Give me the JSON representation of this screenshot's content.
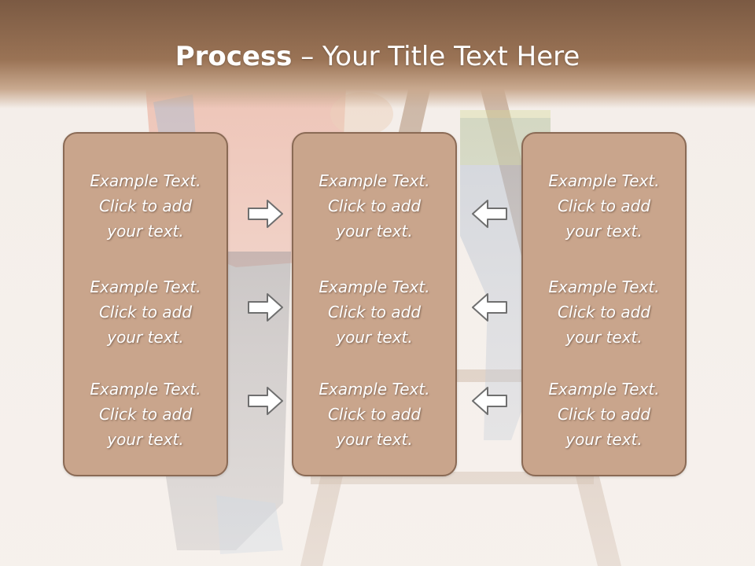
{
  "slide": {
    "title_bold": "Process",
    "title_rest": " – Your Title Text Here"
  },
  "columns": [
    {
      "items": [
        {
          "line1": "Example Text.",
          "line2": "Click  to add",
          "line3": "your text."
        },
        {
          "line1": "Example Text.",
          "line2": "Click  to add",
          "line3": "your text."
        },
        {
          "line1": "Example Text.",
          "line2": "Click  to add",
          "line3": "your text."
        }
      ]
    },
    {
      "items": [
        {
          "line1": "Example Text.",
          "line2": "Click  to add",
          "line3": "your text."
        },
        {
          "line1": "Example Text.",
          "line2": "Click  to add",
          "line3": "your text."
        },
        {
          "line1": "Example Text.",
          "line2": "Click  to add",
          "line3": "your text."
        }
      ]
    },
    {
      "items": [
        {
          "line1": "Example Text.",
          "line2": "Click  to add",
          "line3": "your text."
        },
        {
          "line1": "Example Text.",
          "line2": "Click  to add",
          "line3": "your text."
        },
        {
          "line1": "Example Text.",
          "line2": "Click  to add",
          "line3": "your text."
        }
      ]
    }
  ],
  "arrows": {
    "left_group": "arrow-right-icon",
    "right_group": "arrow-left-icon"
  },
  "colors": {
    "header": "#9a7355",
    "box_fill": "#c9a58c",
    "box_border": "#8a6a55",
    "text": "#ffffff"
  }
}
